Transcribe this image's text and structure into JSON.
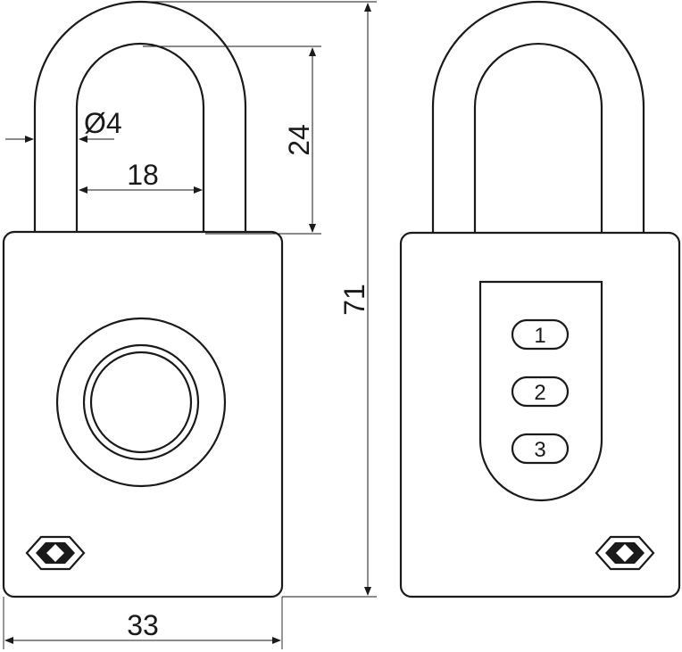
{
  "dimensions": {
    "shackle_diameter": "Ø4",
    "shackle_inner_width": "18",
    "shackle_clearance": "24",
    "overall_height": "71",
    "body_width": "33"
  },
  "dials": [
    "1",
    "2",
    "3"
  ],
  "colors": {
    "line": "#1a1a1a",
    "background": "#ffffff"
  },
  "icons": {
    "tsa_mark": "tsa-diamond-icon"
  }
}
